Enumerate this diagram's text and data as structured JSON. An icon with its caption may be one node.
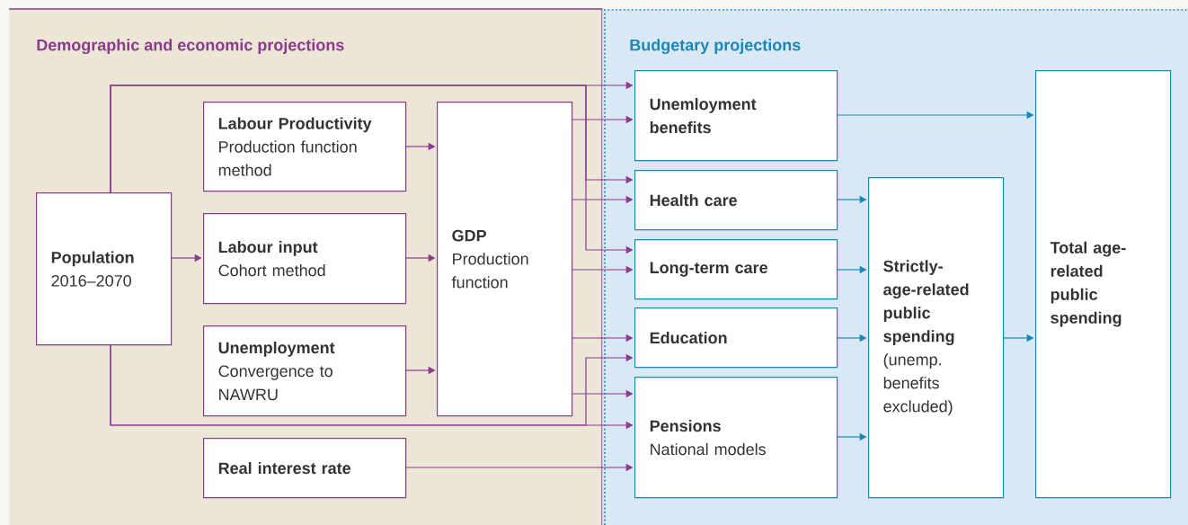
{
  "diagram": {
    "nodes": [
      {
        "text": [
          "Demographic and economic projections"
        ]
      },
      {
        "text": [
          "Budgetary projections"
        ]
      },
      {
        "text": [
          "Population",
          "2016–2070"
        ],
        "in": 0
      },
      {
        "text": [
          "Labour Productivity",
          "Production function method"
        ],
        "in": 0
      },
      {
        "text": [
          "Labour input",
          "Cohort method"
        ],
        "in": 0
      },
      {
        "text": [
          "Unemployment",
          "Convergence to NAWRU"
        ],
        "in": 0
      },
      {
        "text": [
          "Real interest rate"
        ],
        "in": 0
      },
      {
        "text": [
          "GDP",
          "Production function"
        ],
        "in": 0
      },
      {
        "text": [
          "Unemloyment benefits"
        ],
        "in": 1
      },
      {
        "text": [
          "Health care"
        ],
        "in": 1
      },
      {
        "text": [
          "Long-term care"
        ],
        "in": 1
      },
      {
        "text": [
          "Education"
        ],
        "in": 1
      },
      {
        "text": [
          "Pensions",
          "National models"
        ],
        "in": 1
      },
      {
        "text": [
          "Strictly-age-related public spending",
          "(unemp. benefits excluded)"
        ],
        "in": 1
      },
      {
        "text": [
          "Total age-related public spending"
        ],
        "in": 1
      }
    ],
    "edges": [
      {
        "from": 2,
        "to": 8,
        "arrow": "to"
      },
      {
        "from": 2,
        "to": 9,
        "arrow": "to"
      },
      {
        "from": 2,
        "to": 10,
        "arrow": "to"
      },
      {
        "from": 2,
        "to": 11,
        "arrow": "to"
      },
      {
        "from": 2,
        "to": 12,
        "arrow": "to"
      },
      {
        "from": 2,
        "to": 4,
        "arrow": "to"
      },
      {
        "from": 3,
        "to": 7,
        "arrow": "to"
      },
      {
        "from": 4,
        "to": 7,
        "arrow": "to"
      },
      {
        "from": 5,
        "to": 7,
        "arrow": "to"
      },
      {
        "from": 7,
        "to": 8,
        "arrow": "to"
      },
      {
        "from": 7,
        "to": 9,
        "arrow": "to"
      },
      {
        "from": 7,
        "to": 10,
        "arrow": "to"
      },
      {
        "from": 7,
        "to": 11,
        "arrow": "to"
      },
      {
        "from": 7,
        "to": 12,
        "arrow": "to"
      },
      {
        "from": 6,
        "to": 12,
        "arrow": "to"
      },
      {
        "from": 8,
        "to": 14,
        "arrow": "to",
        "color": "#1a88b8"
      },
      {
        "from": 9,
        "to": 13,
        "arrow": "to",
        "color": "#1a88b8"
      },
      {
        "from": 10,
        "to": 13,
        "arrow": "to",
        "color": "#1a88b8"
      },
      {
        "from": 11,
        "to": 13,
        "arrow": "to",
        "color": "#1a88b8"
      },
      {
        "from": 12,
        "to": 13,
        "arrow": "to",
        "color": "#1a88b8"
      },
      {
        "from": 13,
        "to": 14,
        "arrow": "to",
        "color": "#1a88b8"
      }
    ]
  }
}
